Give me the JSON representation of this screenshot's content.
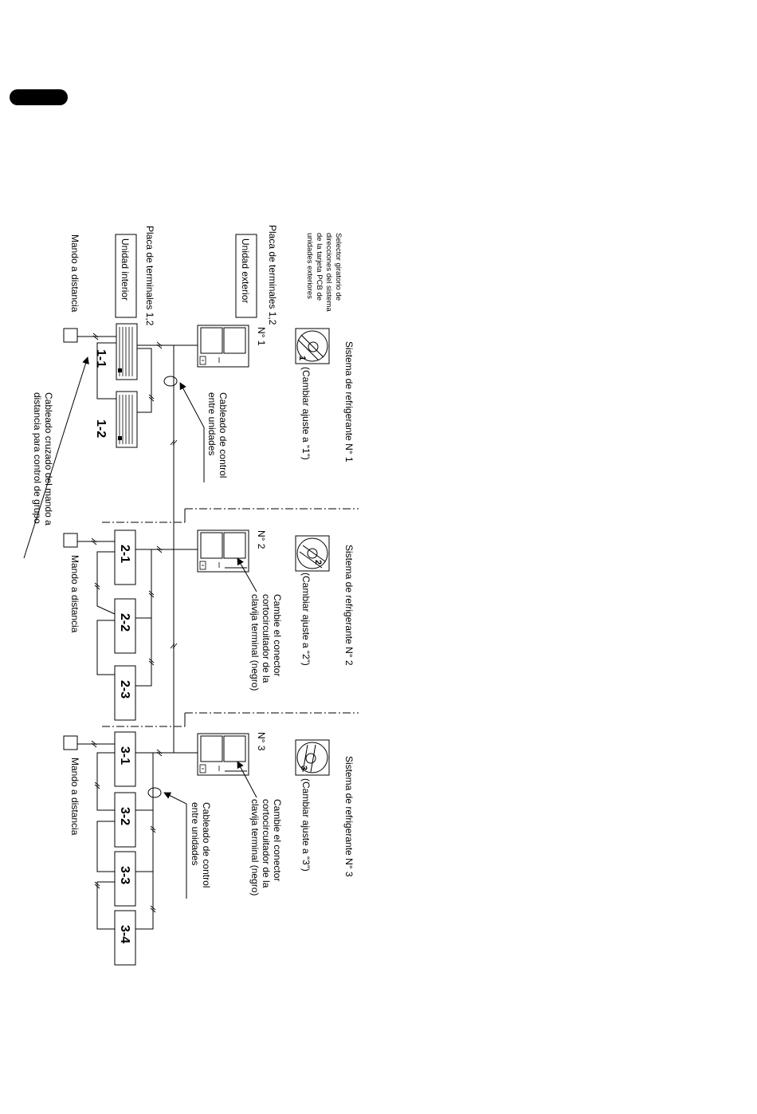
{
  "selector_note": [
    "Selector giratorio de",
    "direcciones del sistema",
    "de la tarjeta PCB de",
    "unidades exteriores"
  ],
  "outdoor_unit_label": "Unidad exterior",
  "outdoor_terminal_label": "Placa de terminales 1,2",
  "indoor_unit_label": "Unidad interior",
  "indoor_terminal_label": "Placa de terminales 1,2",
  "remote_label": "Mando a distancia",
  "control_wiring_label": [
    "Cableado de control",
    "entre unidades"
  ],
  "cross_wiring_label": [
    "Cableado cruzado del mando a",
    "distancia para control de grupo"
  ],
  "connector_note": [
    "Cambie el conector",
    "cortocircuitador de la",
    "clavija terminal (negro)"
  ],
  "systems": [
    {
      "title": "Sistema de refrigerante N° 1",
      "setting": "(Cambiar ajuste a “1”)",
      "number": "N° 1",
      "dial": "1",
      "indoor_units": [
        "1-1",
        "1-2"
      ]
    },
    {
      "title": "Sistema de refrigerante N° 2",
      "setting": "(Cambiar ajuste a “2”)",
      "number": "N° 2",
      "dial": "2",
      "indoor_units": [
        "2-1",
        "2-2",
        "2-3"
      ]
    },
    {
      "title": "Sistema de refrigerante N° 3",
      "setting": "(Cambiar ajuste a “3”)",
      "number": "N° 3",
      "dial": "3",
      "indoor_units": [
        "3-1",
        "3-2",
        "3-3",
        "3-4"
      ]
    }
  ]
}
